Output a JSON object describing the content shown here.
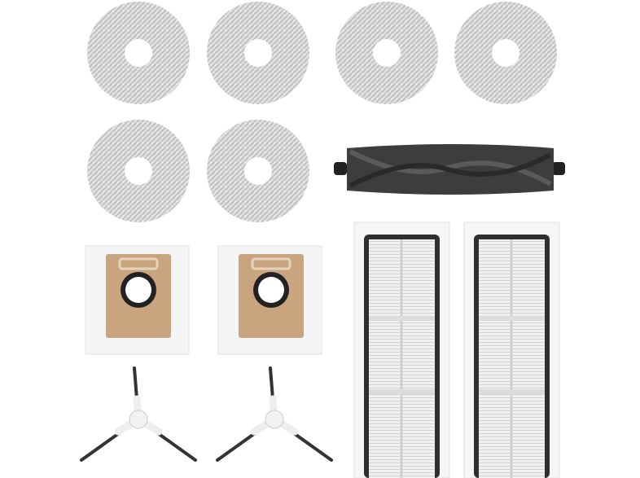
{
  "product": {
    "items": [
      {
        "kind": "mop-pad",
        "count": 6
      },
      {
        "kind": "main-roller-brush",
        "count": 1
      },
      {
        "kind": "dust-bag",
        "count": 2
      },
      {
        "kind": "side-brush",
        "count": 2
      },
      {
        "kind": "hepa-filter",
        "count": 2
      }
    ]
  },
  "colors": {
    "mop": "#d9d9d9",
    "mop_texture": "#bdbdbd",
    "roller": "#3c3c3c",
    "bag_card": "#c9a57f",
    "bag_cover": "#f5f5f5",
    "filter_frame": "#2f2f2f",
    "filter_media": "#ececec",
    "brush_hub": "#f2f2f2",
    "brush_arm": "#333333"
  }
}
